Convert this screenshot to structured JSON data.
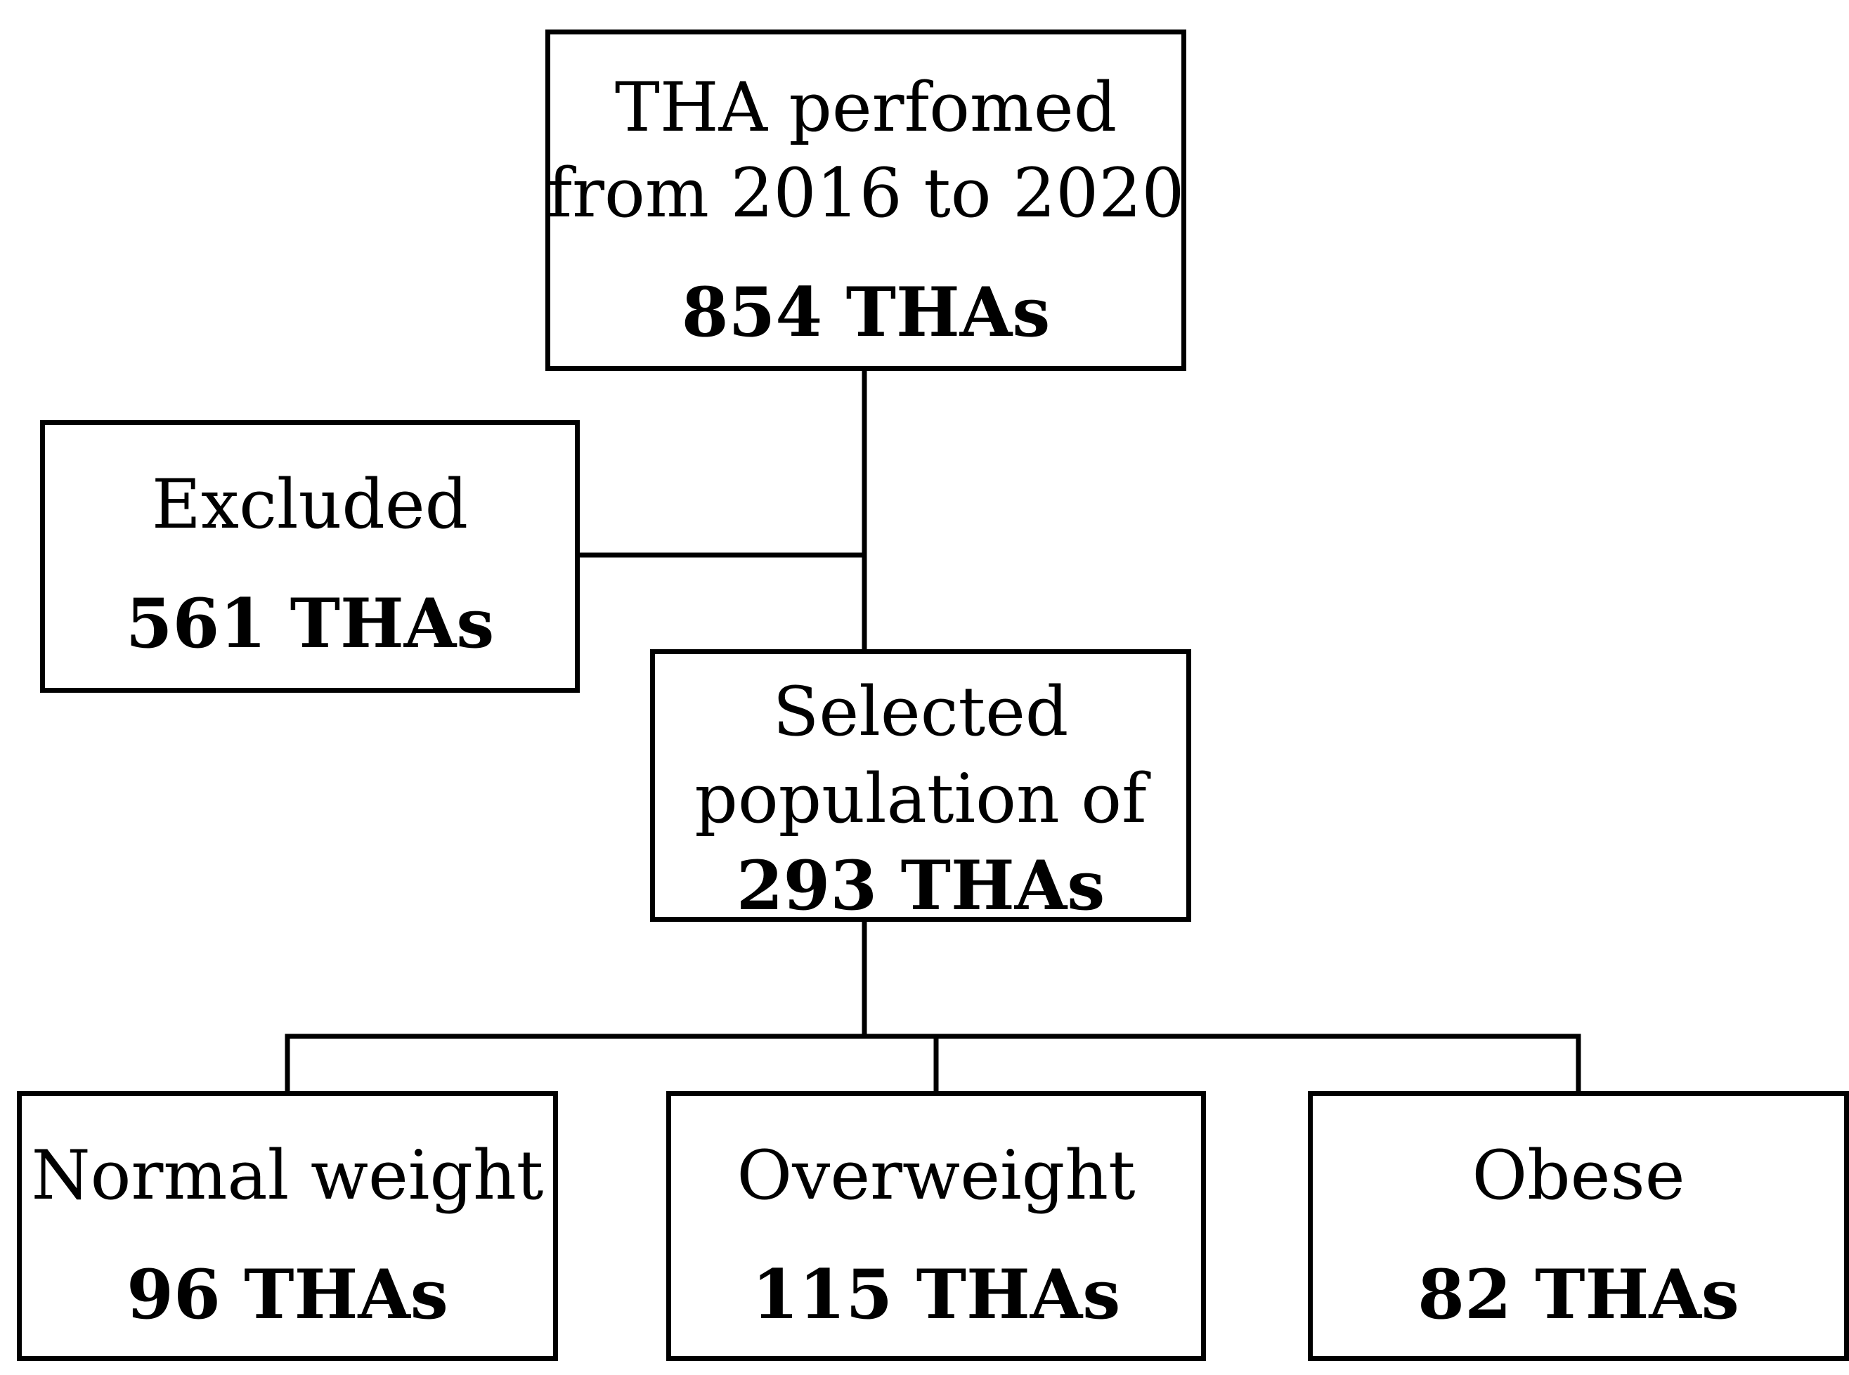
{
  "nodes": {
    "start": {
      "line1": "THA perfomed",
      "line2": "from 2016 to 2020",
      "count": "854 THAs"
    },
    "excluded": {
      "label": "Excluded",
      "count": "561 THAs"
    },
    "selected": {
      "line1": "Selected",
      "line2": "population of",
      "count": "293 THAs"
    },
    "normal_weight": {
      "label": "Normal weight",
      "count": "96 THAs"
    },
    "overweight": {
      "label": "Overweight",
      "count": "115 THAs"
    },
    "obese": {
      "label": "Obese",
      "count": "82 THAs"
    }
  },
  "edges": [
    {
      "from": "start",
      "to": "selected"
    },
    {
      "from": "start",
      "to": "excluded"
    },
    {
      "from": "selected",
      "to": "normal_weight"
    },
    {
      "from": "selected",
      "to": "overweight"
    },
    {
      "from": "selected",
      "to": "obese"
    }
  ],
  "colors": {
    "stroke": "#000000",
    "background": "#ffffff"
  }
}
